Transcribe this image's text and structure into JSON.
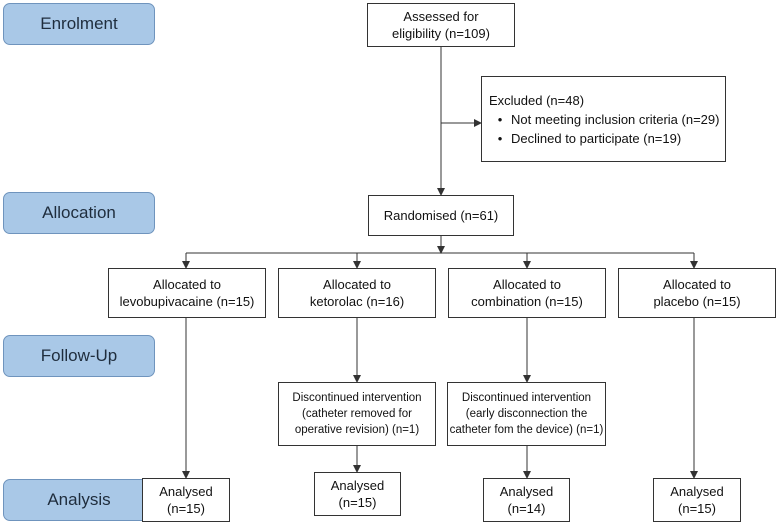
{
  "stages": {
    "enrolment": "Enrolment",
    "allocation": "Allocation",
    "follow_up": "Follow-Up",
    "analysis": "Analysis"
  },
  "assessed": {
    "line1": "Assessed for",
    "line2": "eligibility (n=109)"
  },
  "excluded": {
    "title": "Excluded (n=48)",
    "bullet": "•",
    "items": [
      "Not meeting inclusion criteria (n=29)",
      "Declined to participate (n=19)"
    ]
  },
  "randomised": "Randomised (n=61)",
  "arms": [
    {
      "line1": "Allocated to",
      "line2": "levobupivacaine (n=15)"
    },
    {
      "line1": "Allocated to",
      "line2": "ketorolac (n=16)"
    },
    {
      "line1": "Allocated to",
      "line2": "combination (n=15)"
    },
    {
      "line1": "Allocated to",
      "line2": "placebo (n=15)"
    }
  ],
  "discontinued": [
    {
      "line1": "Discontinued intervention",
      "line2": "(catheter removed for",
      "line3": "operative revision) (n=1)"
    },
    {
      "line1": "Discontinued intervention",
      "line2": "(early disconnection the",
      "line3": "catheter fom the device) (n=1)"
    }
  ],
  "analysed": [
    {
      "line1": "Analysed",
      "line2": "(n=15)"
    },
    {
      "line1": "Analysed",
      "line2": "(n=15)"
    },
    {
      "line1": "Analysed",
      "line2": "(n=14)"
    },
    {
      "line1": "Analysed",
      "line2": "(n=15)"
    }
  ]
}
